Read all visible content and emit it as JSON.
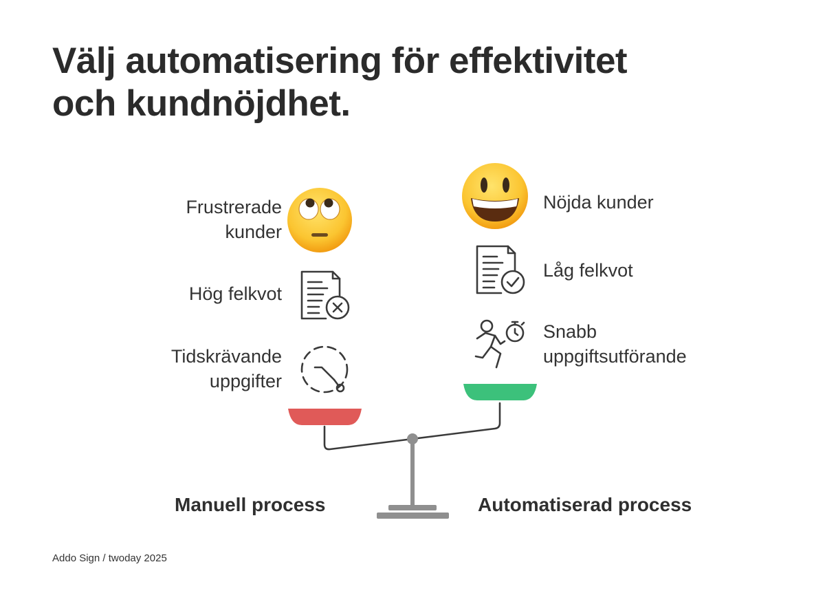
{
  "title": {
    "line1": "Välj automatisering för effektivitet",
    "line2": "och kundnöjdhet."
  },
  "manual": {
    "label": "Manuell process",
    "color": "#e05a58",
    "items": [
      {
        "line1": "Frustrerade",
        "line2": "kunder",
        "icon": "eye-roll-emoji-icon"
      },
      {
        "line1": "Hög felkvot",
        "line2": "",
        "icon": "document-error-icon"
      },
      {
        "line1": "Tidskrävande",
        "line2": "uppgifter",
        "icon": "slow-timer-icon"
      }
    ]
  },
  "automated": {
    "label": "Automatiserad process",
    "color": "#3cc17b",
    "items": [
      {
        "line1": "Nöjda kunder",
        "line2": "",
        "icon": "happy-emoji-icon"
      },
      {
        "line1": "Låg felkvot",
        "line2": "",
        "icon": "document-check-icon"
      },
      {
        "line1": "Snabb",
        "line2": "uppgiftsutförande",
        "icon": "running-person-stopwatch-icon"
      }
    ]
  },
  "scale_color": "#8f8f8f",
  "footer": "Addo Sign / twoday 2025"
}
